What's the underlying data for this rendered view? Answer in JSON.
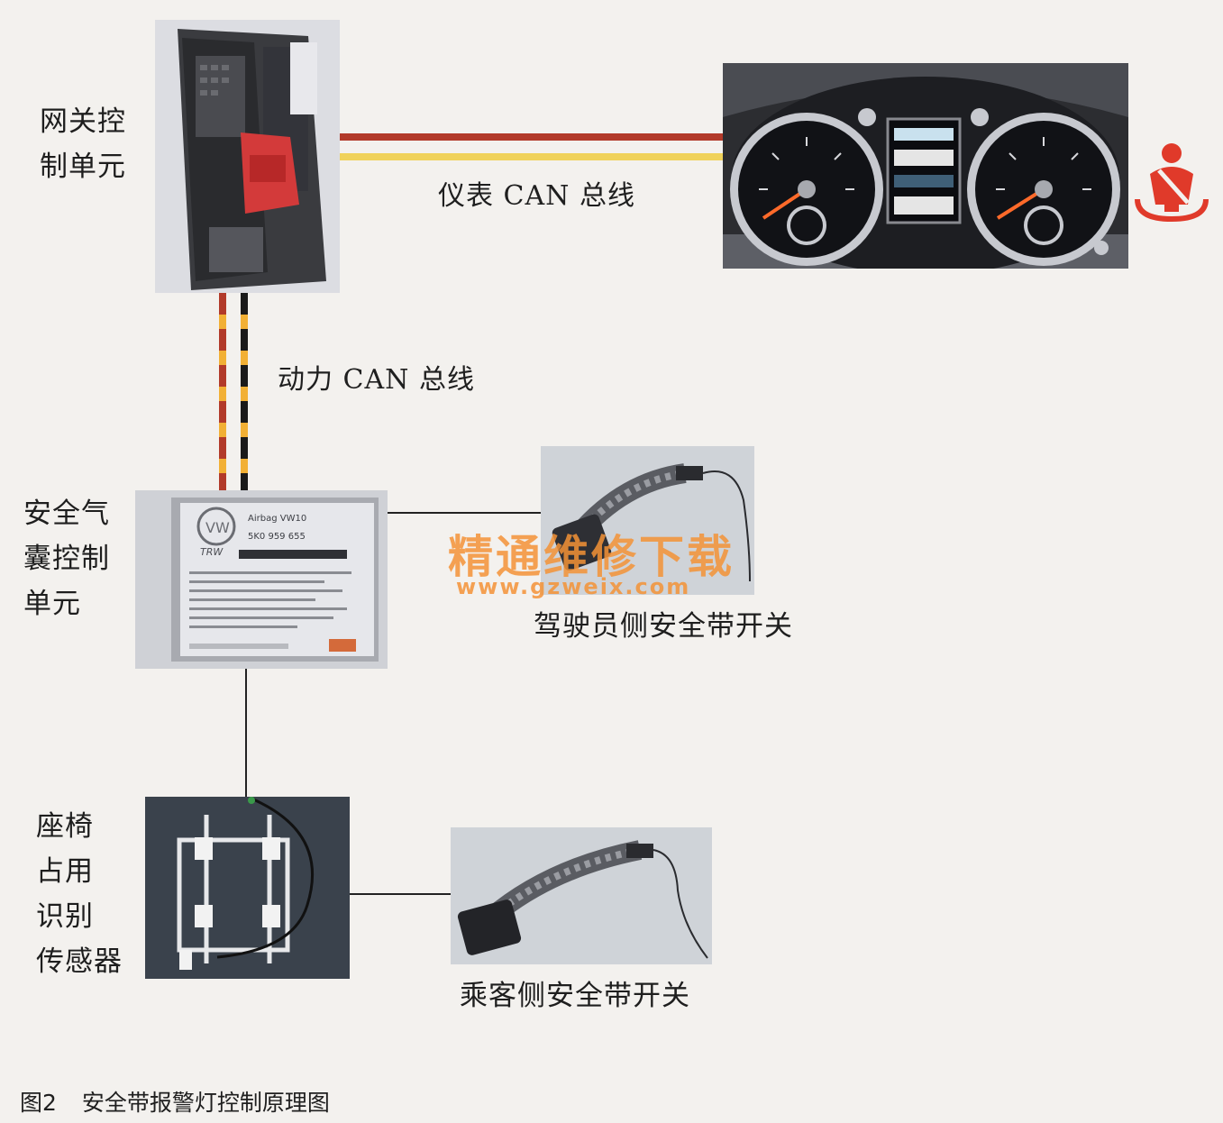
{
  "components": {
    "gateway": {
      "label": "网关控\n制单元"
    },
    "airbag": {
      "label": "安全气\n囊控制\n单元"
    },
    "seat_sensor": {
      "label": "座椅\n占用\n识别\n传感器"
    },
    "driver_switch": {
      "label": "驾驶员侧安全带开关"
    },
    "passenger_switch": {
      "label": "乘客侧安全带开关"
    }
  },
  "buses": {
    "instrument_can": "仪表 CAN 总线",
    "powertrain_can": "动力 CAN 总线"
  },
  "watermark": {
    "text": "精通维修下载",
    "url": "www.gzweix.com"
  },
  "caption": {
    "figure": "图2",
    "title": "安全带报警灯控制原理图"
  },
  "airbag_module_sticker": {
    "line1": "Airbag VW10",
    "line2": "5K0 959 655",
    "line3": "TRW"
  },
  "colors": {
    "bus_red": "#b23a2a",
    "bus_yellow": "#f0d25a",
    "bus_orange": "#f2b035",
    "bus_black": "#1a1a1a",
    "warning_red": "#e03a2a",
    "watermark": "#f39236"
  },
  "icons": {
    "warning": "seatbelt-warning-icon"
  }
}
